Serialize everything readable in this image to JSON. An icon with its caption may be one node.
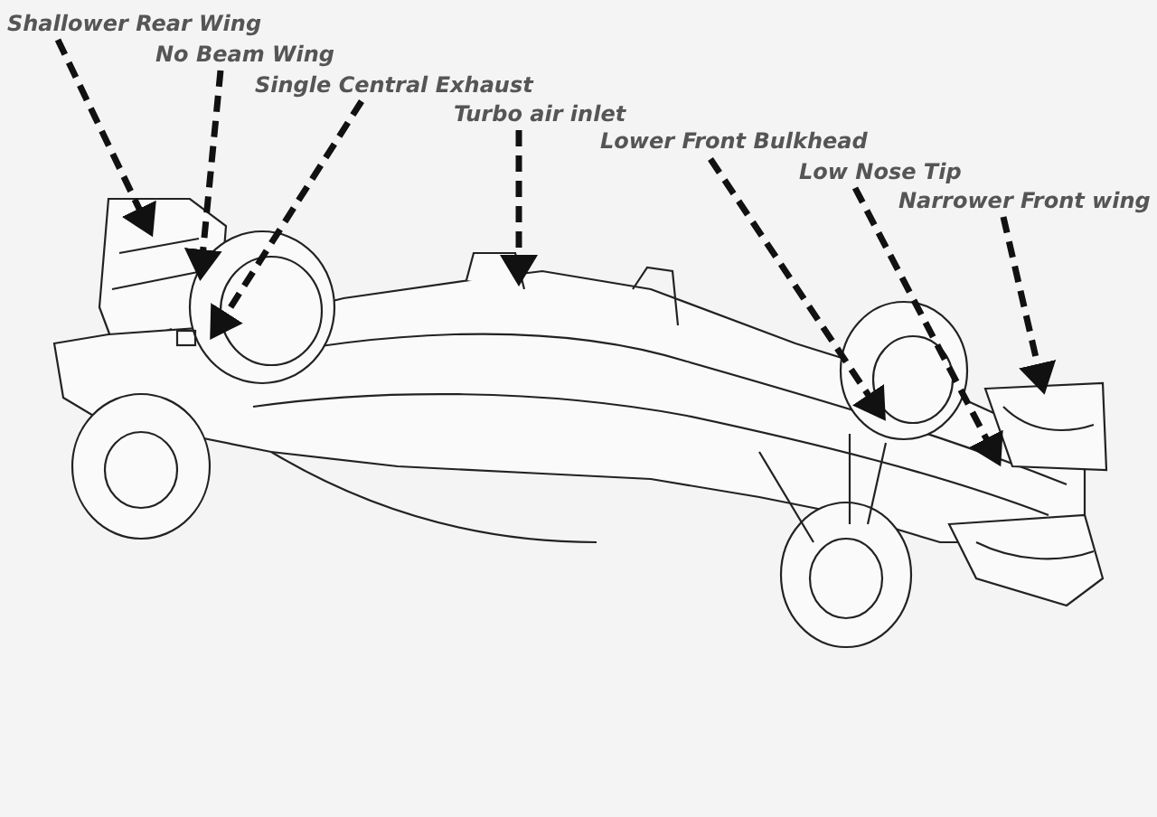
{
  "diagram": {
    "nodes": [
      {
        "text": [
          "Shallower Rear Wing"
        ]
      },
      {
        "text": [
          "No Beam Wing"
        ]
      },
      {
        "text": [
          "Single Central Exhaust"
        ]
      },
      {
        "text": [
          "Turbo air inlet"
        ]
      },
      {
        "text": [
          "Lower Front Bulkhead"
        ]
      },
      {
        "text": [
          "Low Nose Tip"
        ]
      },
      {
        "text": [
          "Narrower Front wing"
        ]
      }
    ],
    "edges": [
      {
        "from": 0,
        "to": null,
        "arrow": "to",
        "style": "dashed"
      },
      {
        "from": 1,
        "to": null,
        "arrow": "to",
        "style": "dashed"
      },
      {
        "from": 2,
        "to": null,
        "arrow": "to",
        "style": "dashed"
      },
      {
        "from": 3,
        "to": null,
        "arrow": "to",
        "style": "dashed"
      },
      {
        "from": 4,
        "to": null,
        "arrow": "to",
        "style": "dashed"
      },
      {
        "from": 5,
        "to": null,
        "arrow": "to",
        "style": "dashed"
      },
      {
        "from": 6,
        "to": null,
        "arrow": "to",
        "style": "dashed"
      }
    ]
  }
}
